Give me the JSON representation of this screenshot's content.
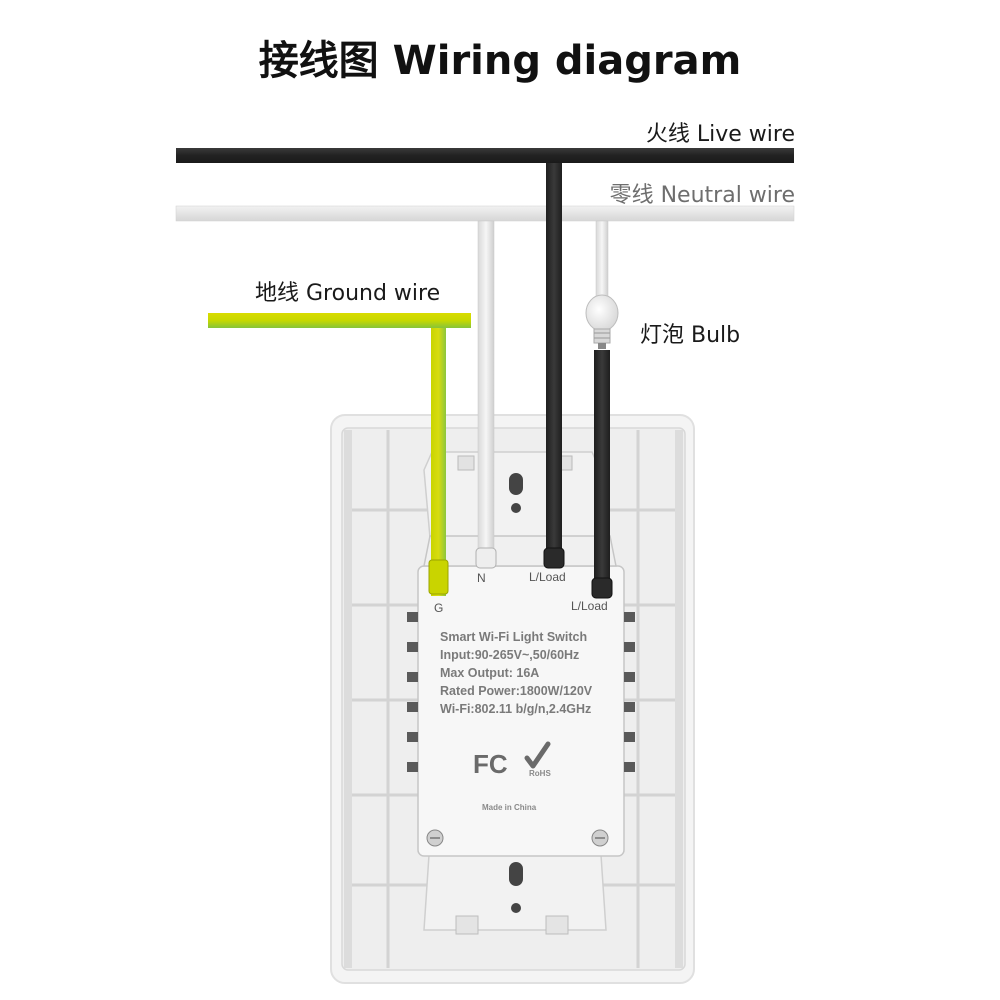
{
  "title": "接线图 Wiring diagram",
  "labels": {
    "live": "火线 Live wire",
    "neutral": "零线 Neutral wire",
    "ground": "地线 Ground wire",
    "bulb": "灯泡 Bulb"
  },
  "terminals": {
    "g": "G",
    "n": "N",
    "load1": "L/Load",
    "load2": "L/Load"
  },
  "specs": [
    "Smart Wi-Fi Light Switch",
    "Input:90-265V~,50/60Hz",
    "Max Output: 16A",
    "Rated Power:1800W/120V",
    "Wi-Fi:802.11 b/g/n,2.4GHz"
  ],
  "certs": {
    "fcc": "FC",
    "rohs": "RoHS"
  },
  "made_in": "Made in China",
  "colors": {
    "live": "#2b2b2b",
    "neutral": "#e6e6e6",
    "ground_yellow": "#d6d800",
    "ground_green": "#7cc242",
    "plate": "#f4f4f4"
  }
}
